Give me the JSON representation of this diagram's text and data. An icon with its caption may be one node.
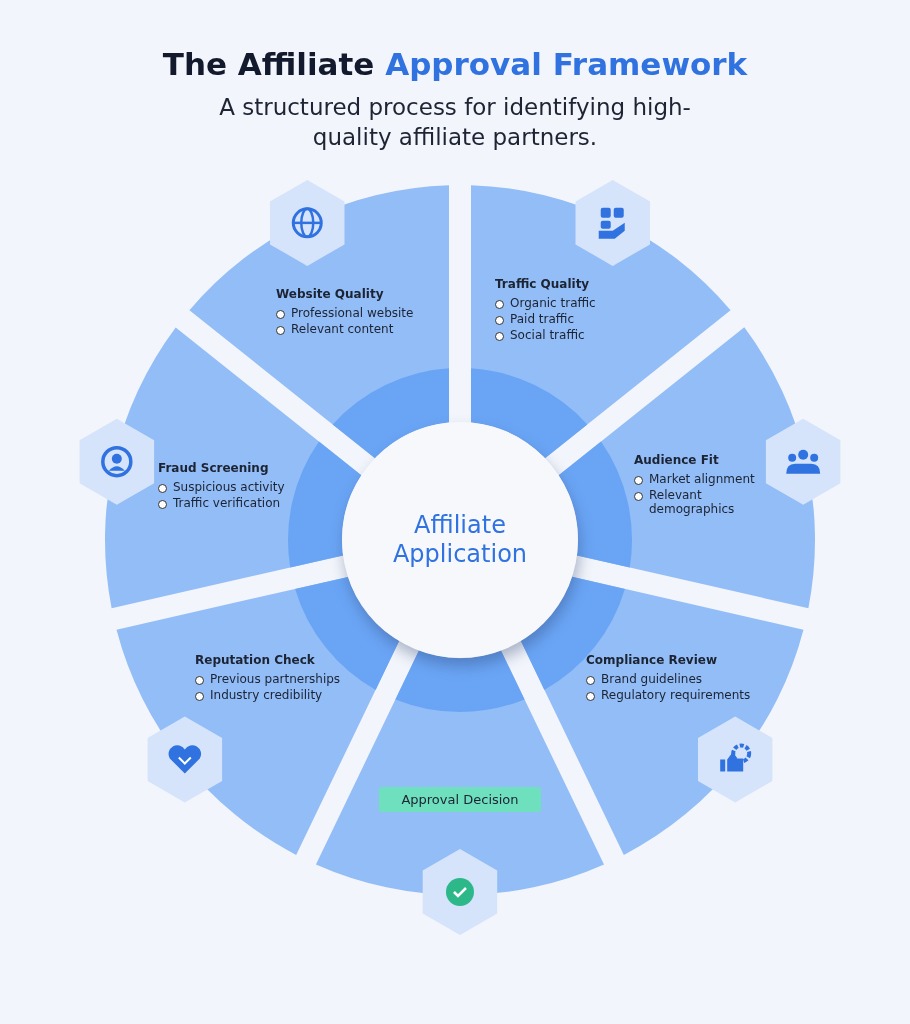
{
  "diagram": {
    "title": "The Affiliate Approval Framework",
    "nodes": [
      {
        "text": [
          "Affiliate Application"
        ]
      },
      {
        "text": [
          "Website Quality",
          "Professional website",
          "Relevant content"
        ]
      },
      {
        "text": [
          "Traffic Quality",
          "Organic traffic",
          "Paid traffic",
          "Social traffic"
        ]
      },
      {
        "text": [
          "Audience Fit",
          "Market alignment",
          "Relevant demographics"
        ]
      },
      {
        "text": [
          "Compliance Review",
          "Brand guidelines",
          "Regulatory requirements"
        ]
      },
      {
        "text": [
          "Approval Decision"
        ]
      },
      {
        "text": [
          "Reputation Check",
          "Previous partnerships",
          "Industry credibility"
        ]
      },
      {
        "text": [
          "Fraud Screening",
          "Suspicious activity",
          "Traffic verification"
        ]
      }
    ],
    "edges": [],
    "labels": [
      "A structured process for identifying high-quality affiliate partners."
    ]
  }
}
